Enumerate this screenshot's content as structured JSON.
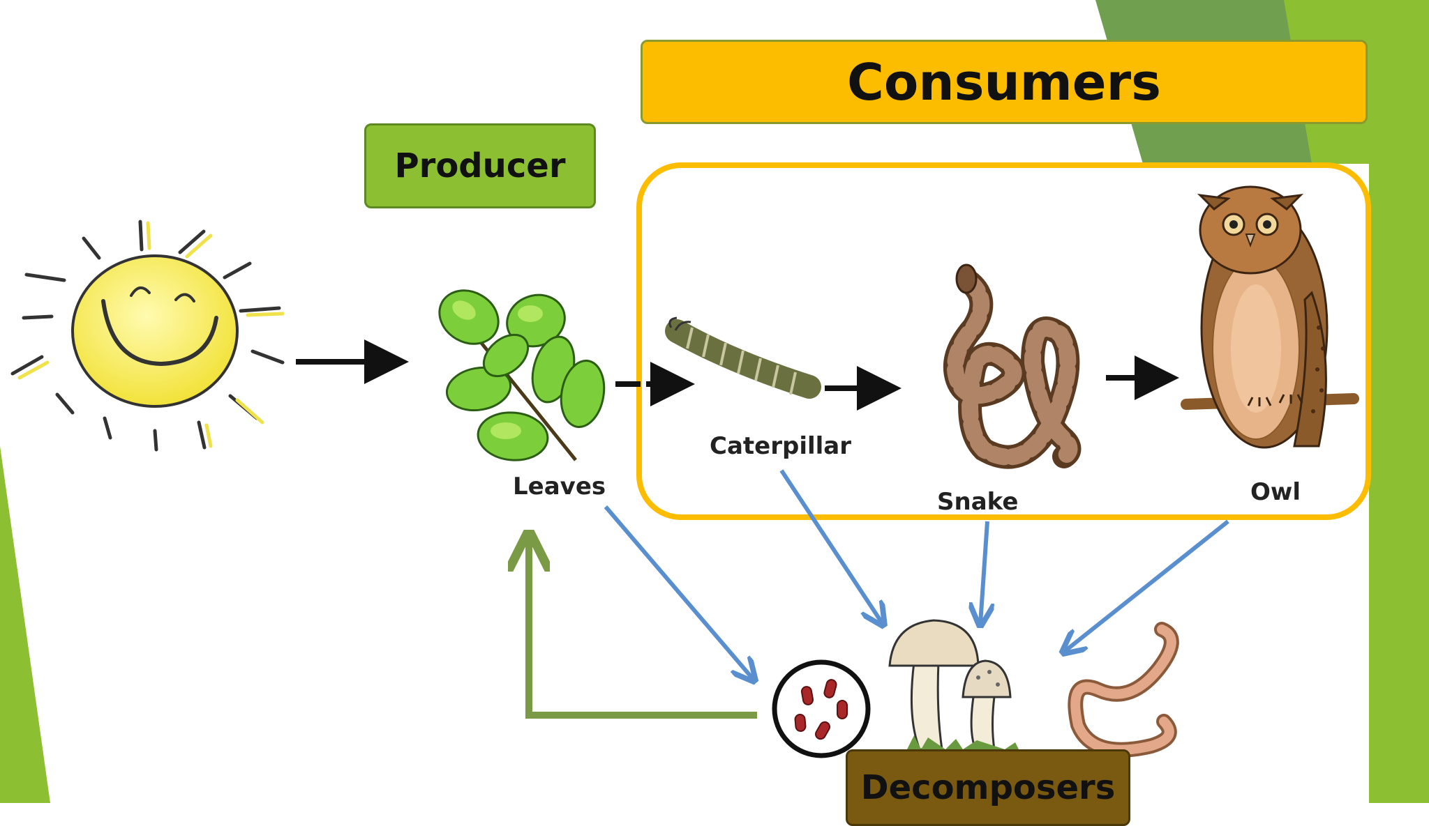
{
  "title": "Consumers",
  "producer_label": "Producer",
  "decomposers_label": "Decomposers",
  "organisms": {
    "leaves": "Leaves",
    "caterpillar": "Caterpillar",
    "snake": "Snake",
    "owl": "Owl"
  },
  "colors": {
    "consumers_fill": "#fcbd00",
    "producer_fill": "#8cc032",
    "decomposers_fill": "#7a5a10",
    "consumer_frame": "#fcbd00",
    "decay_arrow": "#5a8fcf",
    "nutrient_arrow": "#7b9a45",
    "energy_arrow": "#111111",
    "slide_accent": "#8cc032"
  },
  "icons": [
    "sun-icon",
    "leaves-icon",
    "caterpillar-icon",
    "snake-icon",
    "owl-icon",
    "bacteria-icon",
    "mushroom-icon",
    "worm-icon"
  ]
}
